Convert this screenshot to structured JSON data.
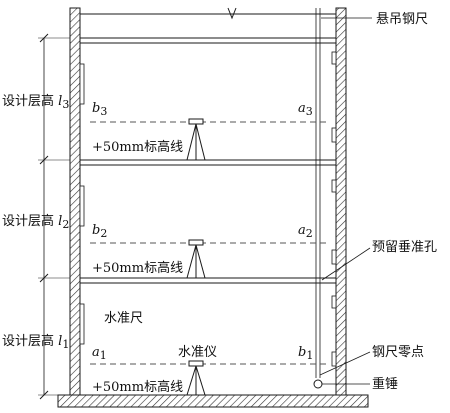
{
  "labels": {
    "steel_tape": "悬吊钢尺",
    "reserved_hole": "预留垂准孔",
    "tape_zero": "钢尺零点",
    "weight": "重锤",
    "level_rod": "水准尺",
    "level_instrument": "水准仪",
    "level_line": "+50mm标高线",
    "design_height_prefix": "设计层高 ",
    "l3": "l",
    "l3_sub": "3",
    "l2": "l",
    "l2_sub": "2",
    "l1": "l",
    "l1_sub": "1"
  },
  "points": {
    "b3": "b",
    "b3_sub": "3",
    "a3": "a",
    "a3_sub": "3",
    "b2": "b",
    "b2_sub": "2",
    "a2": "a",
    "a2_sub": "2",
    "a1": "a",
    "a1_sub": "1",
    "b1": "b",
    "b1_sub": "1"
  },
  "colors": {
    "line": "#1a1a1a",
    "hatch": "#333333",
    "dash": "#555555"
  }
}
